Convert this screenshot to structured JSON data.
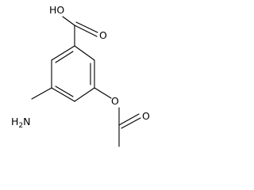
{
  "molecule": {
    "labels": {
      "carboxyl_oh": "HO",
      "carbonyl_o_acid": "O",
      "ester_o": "O",
      "carbonyl_o_ester": "O",
      "amine_n": "N",
      "amine_h": "H",
      "amine_sub": "2"
    },
    "colors": {
      "bond": "#000000",
      "text": "#000000",
      "background": "#ffffff"
    }
  }
}
